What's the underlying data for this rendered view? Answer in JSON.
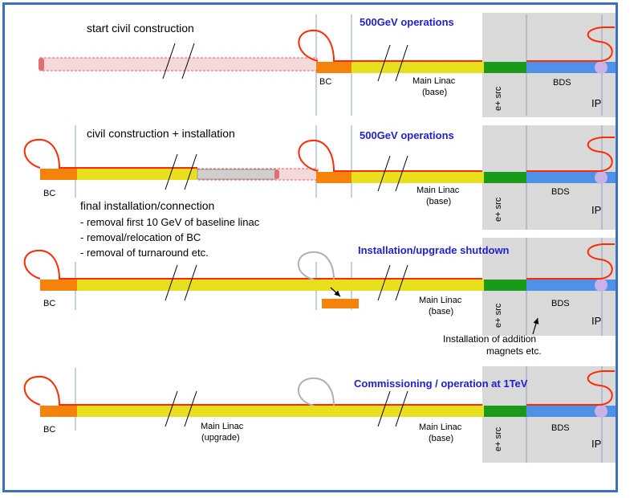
{
  "colors": {
    "frame_border": "#3c6fc0",
    "shaded_region": "#d9d9d9",
    "beam_line": "#ff2a00",
    "bc_block": "#f5820a",
    "linac": "#e8e01e",
    "positron_source": "#1a9a1a",
    "bds": "#4f90e8",
    "ip_marker": "#c9b2e6",
    "blue_label": "#1f1fcf",
    "removed_section": "#cfcfcf"
  },
  "icons": [
    "break-mark-icon",
    "turnaround-loop-icon",
    "ip-circle-icon",
    "arrow-icon"
  ],
  "stages": [
    {
      "title": "start civil construction",
      "status": "500GeV operations",
      "bc_label": "BC",
      "linac_label": [
        "Main Linac",
        "(base)"
      ],
      "esrc_label": "e+ src",
      "bds_label": "BDS",
      "ip_label": "IP"
    },
    {
      "title": "civil construction + installation",
      "status": "500GeV operations",
      "bc_left_label": "BC",
      "linac_label": [
        "Main Linac",
        "(base)"
      ],
      "esrc_label": "e+ src",
      "bds_label": "BDS",
      "ip_label": "IP",
      "notes": [
        "final installation/connection",
        "- removal first 10 GeV of baseline linac",
        "- removal/relocation of BC",
        "- removal of turnaround etc."
      ]
    },
    {
      "status": "Installation/upgrade shutdown",
      "bc_left_label": "BC",
      "linac_label": [
        "Main Linac",
        "(base)"
      ],
      "esrc_label": "e+ src",
      "bds_label": "BDS",
      "ip_label": "IP",
      "annotation": [
        "Installation of addition",
        "magnets etc."
      ]
    },
    {
      "status": "Commissioning / operation at 1TeV",
      "bc_left_label": "BC",
      "upgrade_label": [
        "Main Linac",
        "(upgrade)"
      ],
      "linac_label": [
        "Main Linac",
        "(base)"
      ],
      "esrc_label": "e+ src",
      "bds_label": "BDS",
      "ip_label": "IP"
    }
  ]
}
